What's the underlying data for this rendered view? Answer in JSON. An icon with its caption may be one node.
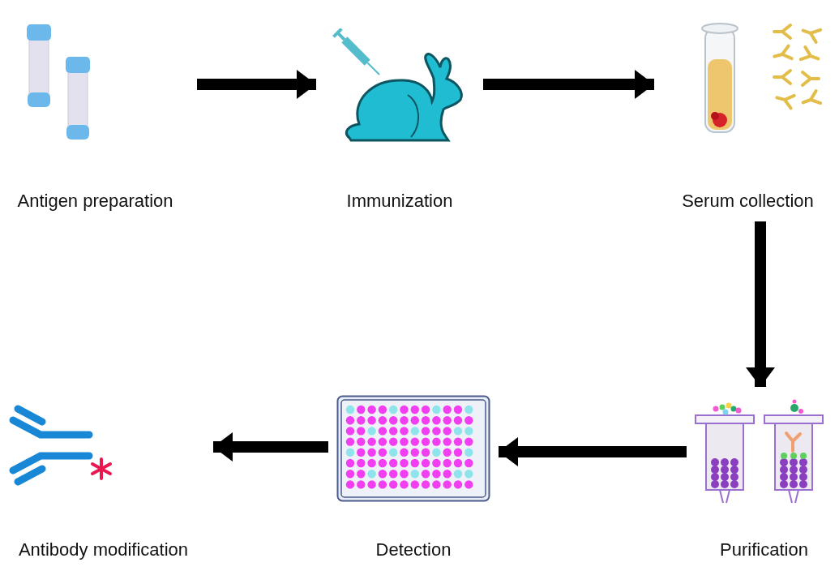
{
  "diagram": {
    "nodes": [
      {
        "text": [
          "Antigen preparation"
        ]
      },
      {
        "text": [
          "Immunization"
        ]
      },
      {
        "text": [
          "Serum collection"
        ]
      },
      {
        "text": [
          "Antibody modification"
        ]
      },
      {
        "text": [
          "Detection"
        ]
      },
      {
        "text": [
          "Purification"
        ]
      }
    ],
    "edges": [
      {
        "from": 0,
        "to": 1,
        "arrow": "to"
      },
      {
        "from": 1,
        "to": 2,
        "arrow": "to"
      },
      {
        "from": 2,
        "to": 5,
        "arrow": "to"
      },
      {
        "from": 5,
        "to": 4,
        "arrow": "to"
      },
      {
        "from": 4,
        "to": 3,
        "arrow": "to"
      }
    ]
  }
}
